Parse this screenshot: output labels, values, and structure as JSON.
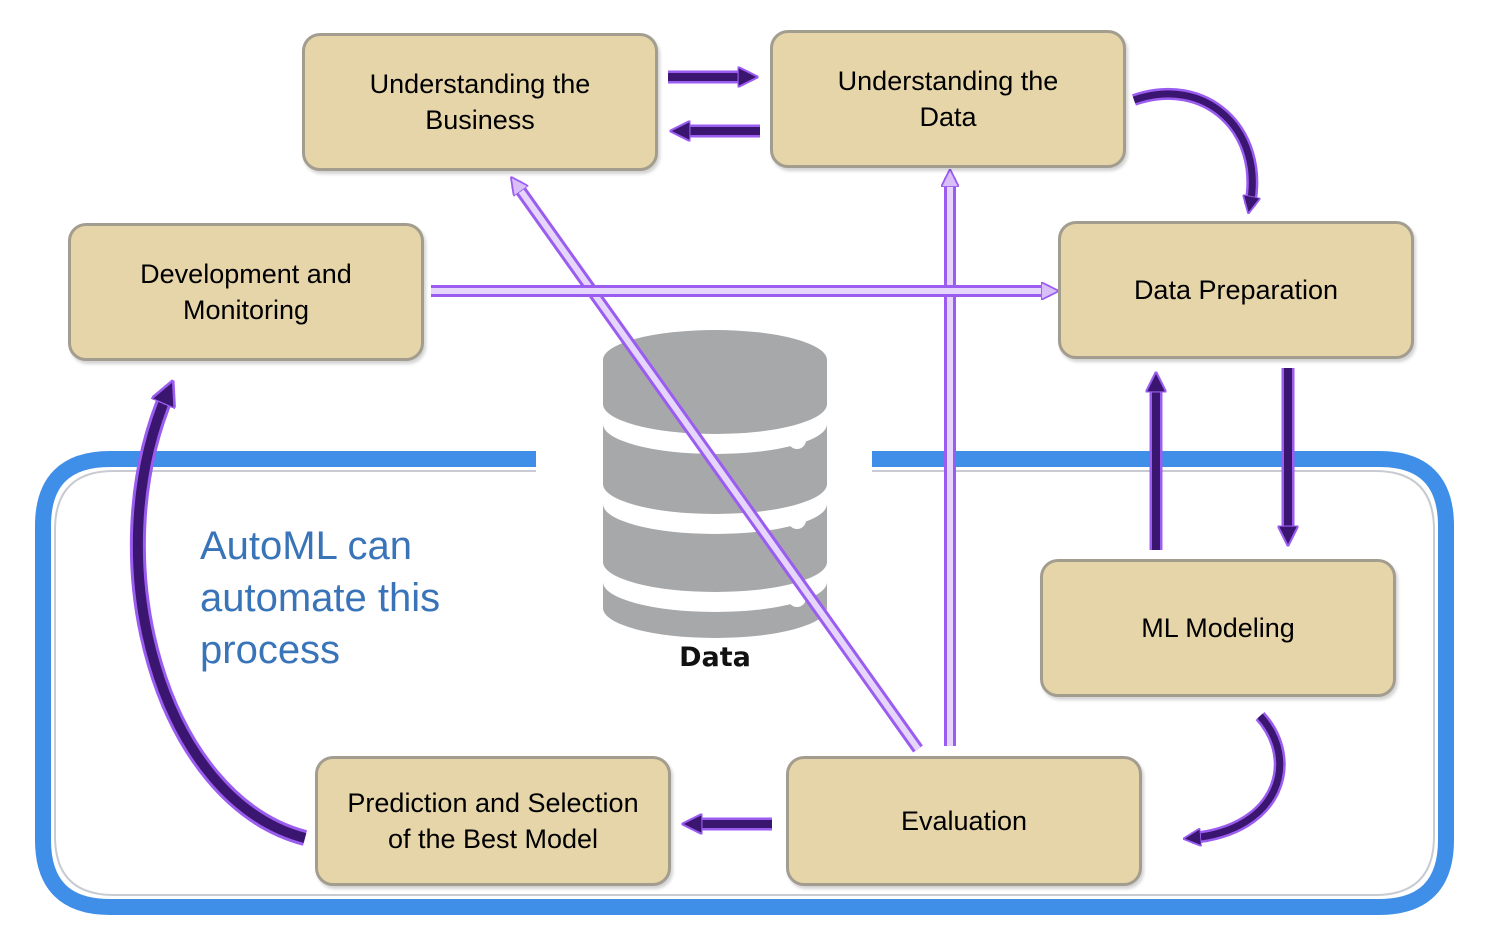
{
  "steps": {
    "business": "Understanding the Business",
    "data_understanding": "Understanding the Data",
    "deployment": "Development and Monitoring",
    "preparation": "Data Preparation",
    "modeling": "ML Modeling",
    "evaluation": "Evaluation",
    "selection": "Prediction and Selection of the Best Model"
  },
  "database": {
    "label": "Data",
    "icon": "database-icon"
  },
  "automl_note": "AutoML can automate this process",
  "colors": {
    "box_fill": "#e6d5a9",
    "box_border": "#a39d8f",
    "automl_frame": "#3f8ee8",
    "arrow_dark": "#3a1670",
    "arrow_light": "#c9a6f5",
    "arrow_outline": "#9b5cf0",
    "note_text": "#3a74b8",
    "database": "#a7a8aa"
  }
}
